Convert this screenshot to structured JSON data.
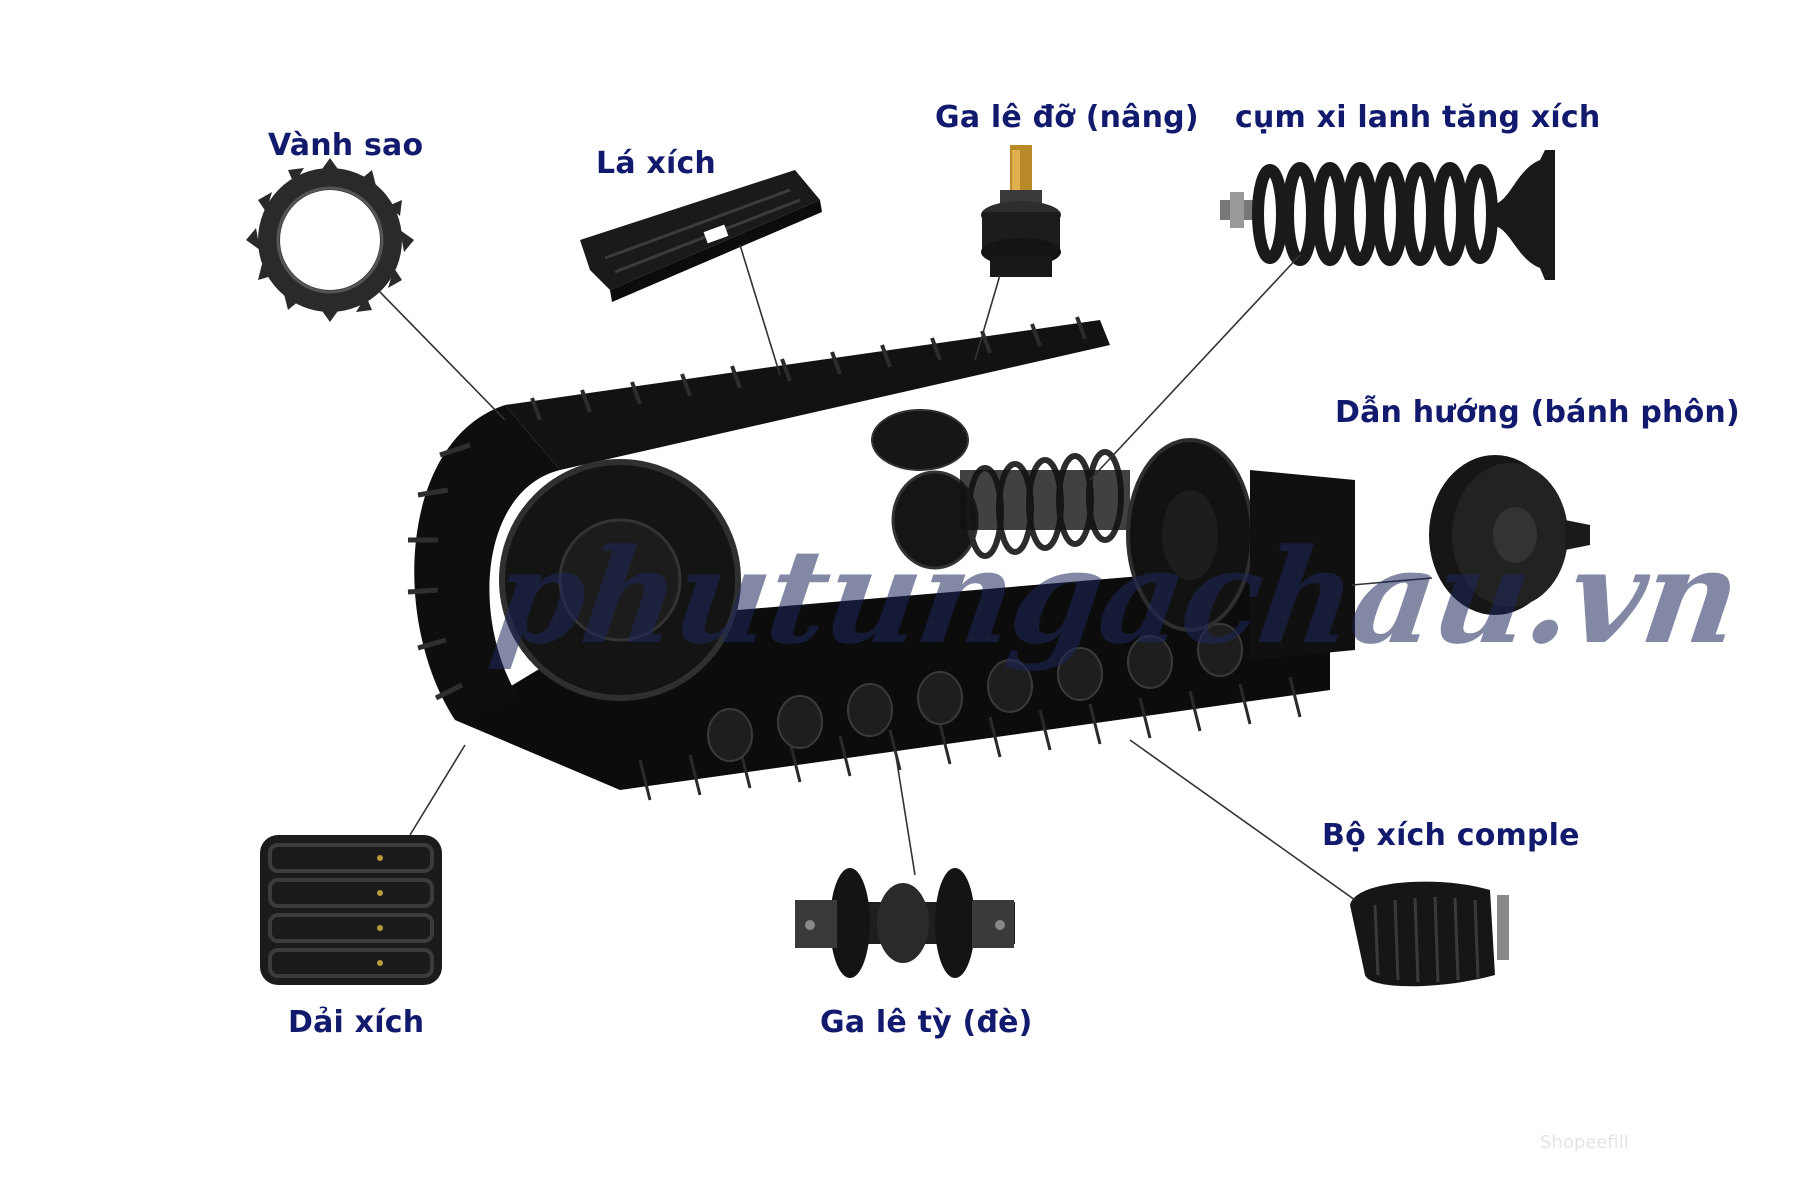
{
  "labels": {
    "vanh_sao": "Vành sao",
    "la_xich": "Lá xích",
    "ga_le_do": "Ga lê đỡ (nâng)",
    "cum_xi_lanh": "cụm xi lanh tăng xích",
    "dan_huong": "Dẫn hướng (bánh phôn)",
    "bo_xich": "Bộ xích comple",
    "ga_le_ty": "Ga lê tỳ (đè)",
    "dai_xich": "Dải xích"
  },
  "watermark": "phutungachau.vn",
  "credit": "Shopeefill",
  "colors": {
    "label": "#121a6e",
    "part": "#111111",
    "leader": "#333333"
  }
}
